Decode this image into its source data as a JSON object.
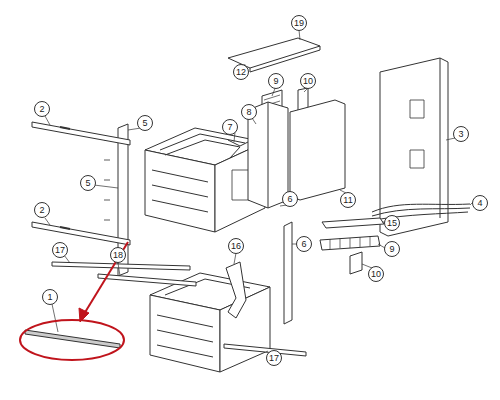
{
  "diagram": {
    "labels": [
      "19",
      "12",
      "9",
      "10",
      "8",
      "7",
      "3",
      "2",
      "5",
      "5",
      "2",
      "6",
      "11",
      "4",
      "15",
      "6",
      "9",
      "10",
      "17",
      "18",
      "16",
      "1",
      "17"
    ]
  }
}
